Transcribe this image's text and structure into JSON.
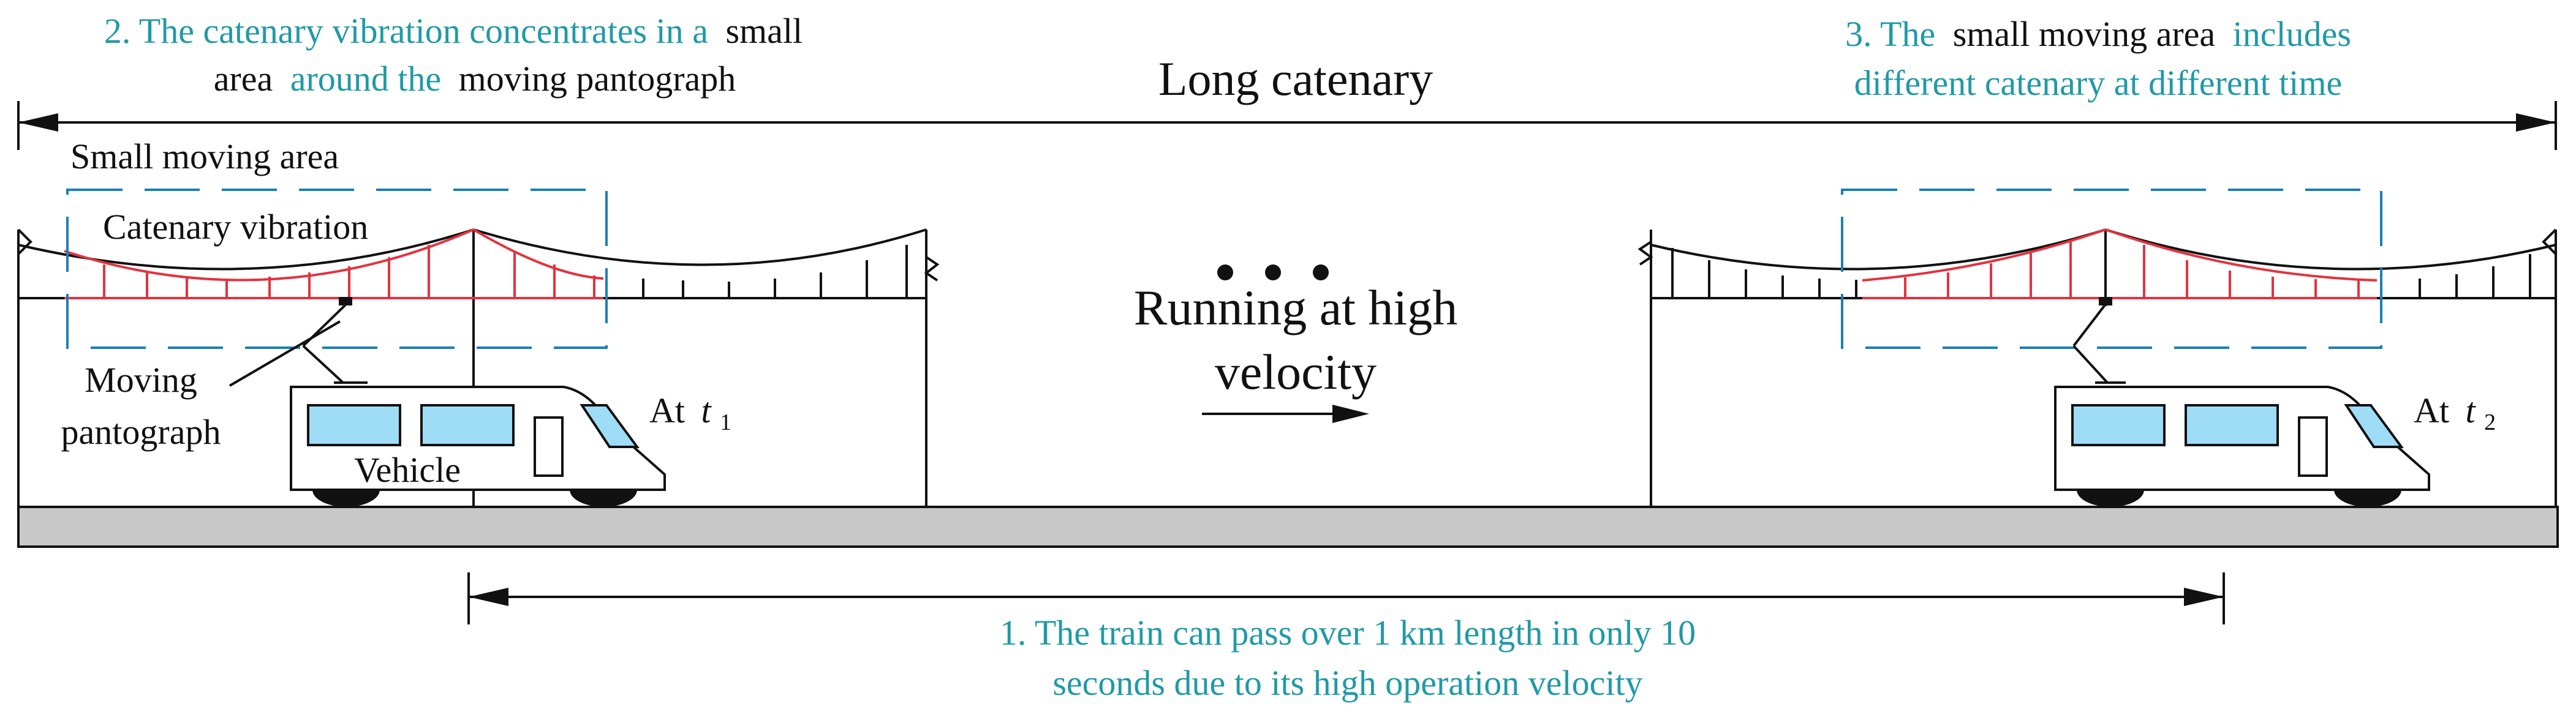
{
  "colors": {
    "teal_text": "#1f9aa6",
    "catenary_red": "#e2333f",
    "dashed_box_blue": "#1c7fb5",
    "window_blue": "#9fdcf5",
    "track_gray": "#c8c8c8",
    "line_black": "#111111"
  },
  "top": {
    "long_catenary": "Long catenary",
    "annotation_2": {
      "line1_teal": "2. The catenary vibration concentrates in a",
      "line1_dark": "small",
      "line2_dark_a": "area",
      "line2_teal": "around the",
      "line2_dark_b": "moving pantograph"
    },
    "annotation_3": {
      "line1_teal": "3. The",
      "line1_dark": "small moving area",
      "line1_teal_b": "includes",
      "line2_teal": "different catenary at different time"
    }
  },
  "left_scene": {
    "small_moving_area": "Small moving area",
    "catenary_vibration": "Catenary vibration",
    "moving_pantograph_line1": "Moving",
    "moving_pantograph_line2": "pantograph",
    "vehicle": "Vehicle",
    "at_label": "At",
    "time_var": "t",
    "time_sub": "1"
  },
  "center": {
    "ellipsis_dots": 3,
    "running_line1": "Running at high",
    "running_line2": "velocity"
  },
  "right_scene": {
    "at_label": "At",
    "time_var": "t",
    "time_sub": "2"
  },
  "bottom": {
    "annotation_1_line1": "1. The train can pass over 1 km length in only 10",
    "annotation_1_line2": "seconds due to its high operation velocity"
  },
  "icons": {
    "arrow": "right-arrow-icon",
    "train": "train-icon",
    "pantograph": "pantograph-icon"
  }
}
